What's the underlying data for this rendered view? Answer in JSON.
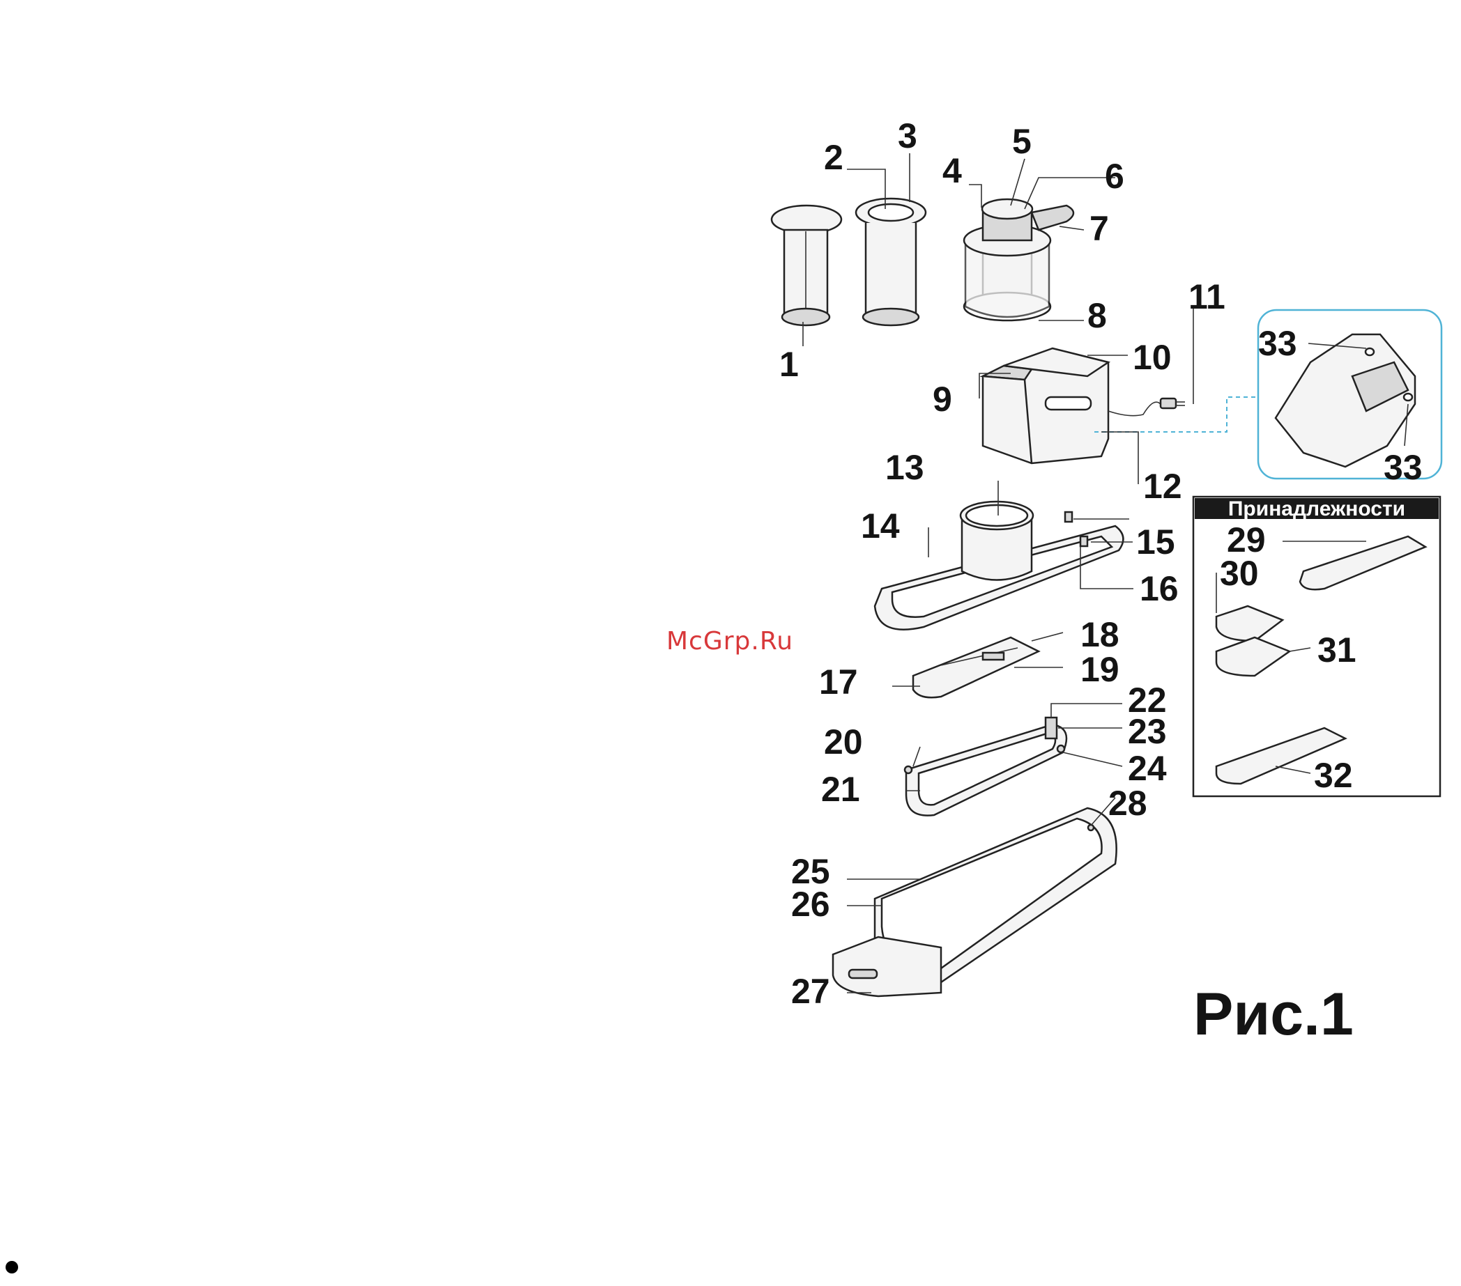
{
  "figure": {
    "caption": "Рис.1",
    "accessories_title": "Принадлежности",
    "watermark": "McGrp.Ru",
    "part_numbers": [
      "1",
      "2",
      "3",
      "4",
      "5",
      "6",
      "7",
      "8",
      "9",
      "10",
      "11",
      "12",
      "13",
      "14",
      "15",
      "16",
      "17",
      "18",
      "19",
      "20",
      "21",
      "22",
      "23",
      "24",
      "25",
      "26",
      "27",
      "28",
      "29",
      "30",
      "31",
      "32",
      "33"
    ]
  },
  "colors": {
    "ink": "#141414",
    "watermark": "#d8383a",
    "inset_border": "#4fb3d6",
    "accessories_header": "#1a1a1a"
  }
}
